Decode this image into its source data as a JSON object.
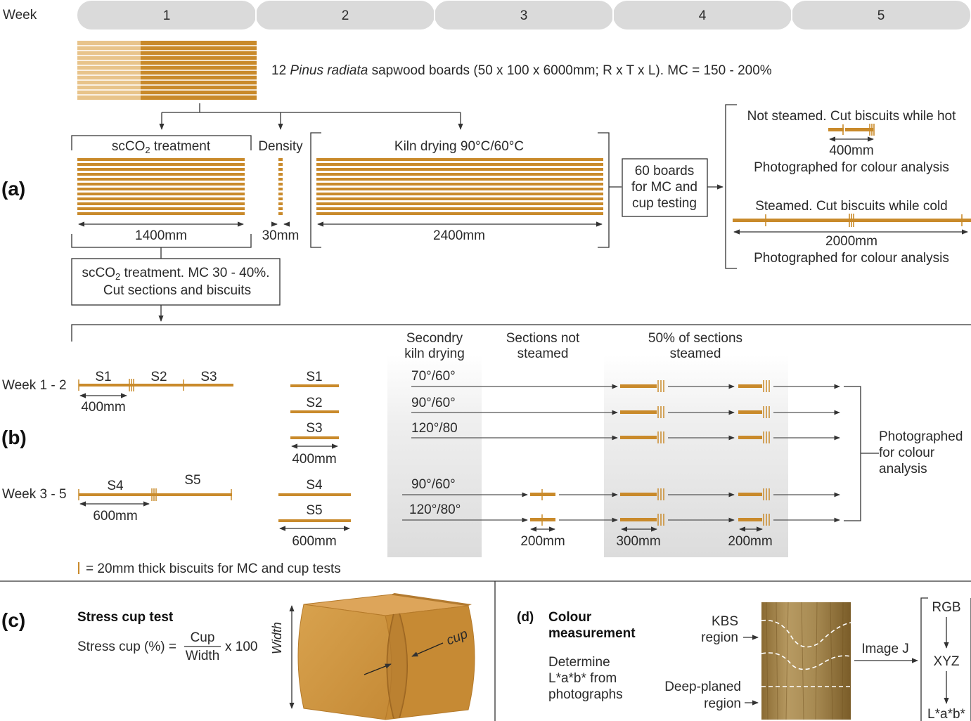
{
  "header": {
    "week_label": "Week",
    "weeks": [
      "1",
      "2",
      "3",
      "4",
      "5"
    ]
  },
  "panel_labels": {
    "a": "(a)",
    "b": "(b)",
    "c": "(c)",
    "d": "(d)"
  },
  "panel_a": {
    "boards_prefix": "12 ",
    "boards_species": "Pinus radiata",
    "boards_suffix": " sapwood boards (50 x 100 x 6000mm; R x T x L). MC = 150 - 200%",
    "scco2_title_pre": "scCO",
    "scco2_title_sub": "2",
    "scco2_title_post": " treatment",
    "density_title": "Density",
    "kiln_title": "Kiln drying 90°C/60°C",
    "scco2_length": "1400mm",
    "density_length": "30mm",
    "kiln_length": "2400mm",
    "scco2_box_line1_pre": "scCO",
    "scco2_box_line1_sub": "2",
    "scco2_box_line1_post": " treatment. MC 30 - 40%.",
    "scco2_box_line2": "Cut sections and biscuits",
    "boards_box_lines": [
      "60 boards",
      "for MC and",
      "cup testing"
    ],
    "not_steamed_title": "Not steamed. Cut biscuits while hot",
    "not_steamed_length": "400mm",
    "photo_note_1": "Photographed for colour analysis",
    "steamed_title": "Steamed. Cut biscuits while cold",
    "steamed_length": "2000mm",
    "photo_note_2": "Photographed for colour analysis"
  },
  "panel_b": {
    "week12": "Week 1 - 2",
    "week35": "Week 3 - 5",
    "s1": "S1",
    "s2": "S2",
    "s3": "S3",
    "s4": "S4",
    "s5": "S5",
    "len_400a": "400mm",
    "len_400b": "400mm",
    "len_600a": "600mm",
    "len_600b": "600mm",
    "sec_kiln_lines": [
      "Secondry",
      "kiln drying"
    ],
    "not_steamed_lines": [
      "Sections not",
      "steamed"
    ],
    "steamed_lines": [
      "50% of sections",
      "steamed"
    ],
    "conditions": [
      "70°/60°",
      "90°/60°",
      "120°/80",
      "90°/60°",
      "120°/80°"
    ],
    "len_200a": "200mm",
    "len_300": "300mm",
    "len_200b": "200mm",
    "photographed_lines": [
      "Photographed",
      "for colour",
      "analysis"
    ],
    "biscuit_legend": "= 20mm thick biscuits for MC and cup tests"
  },
  "panel_c": {
    "title": "Stress cup test",
    "formula_prefix": "Stress cup (%) = ",
    "numerator": "Cup",
    "denominator": "Width",
    "formula_suffix": "x 100",
    "width_label": "Width",
    "cup_label": "cup"
  },
  "panel_d": {
    "title_lines": [
      "Colour",
      "measurement"
    ],
    "desc_lines": [
      "Determine",
      "L*a*b* from",
      "photographs"
    ],
    "kbs_lines": [
      "KBS",
      "region"
    ],
    "deep_lines": [
      "Deep-planed",
      "region"
    ],
    "image_j": "Image J",
    "rgb": "RGB",
    "xyz": "XYZ",
    "lab": "L*a*b*"
  },
  "colors": {
    "wood": "#C98A2B",
    "wood_light": "#E6BF84",
    "week_bar": "#DADADA",
    "shade": "#E2E2E2",
    "line": "#3a3a3a"
  }
}
